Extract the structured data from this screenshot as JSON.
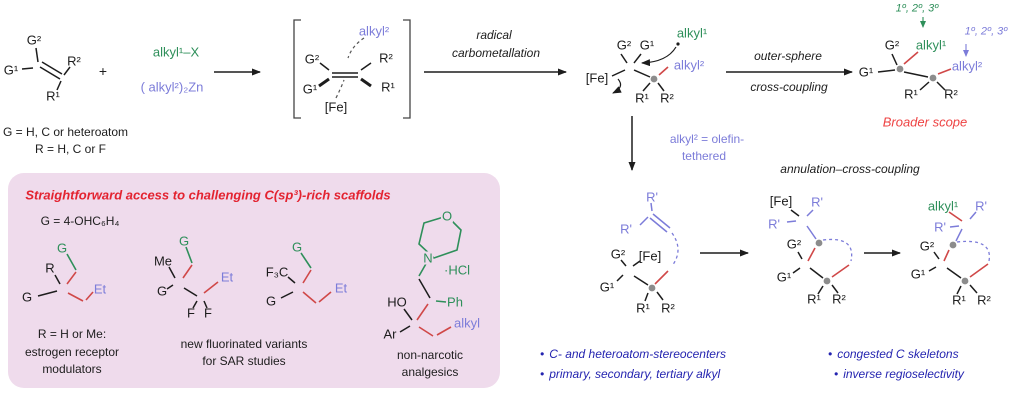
{
  "colors": {
    "green": "#2e8f5a",
    "purple": "#7c7cd9",
    "dark_blue": "#2424b0",
    "red_title": "#e32330",
    "red_caption": "#ee4343",
    "red_bond": "#d04848",
    "pink_background": "#efdbec",
    "gray_stereocenter": "#8c8c8c",
    "ink": "#1d1d1d"
  },
  "reactant": {
    "g2": "G²",
    "g1": "G¹",
    "r2": "R²",
    "r1": "R¹",
    "plus": "+",
    "alkyl_halide": "alkyl¹–X",
    "zinc_reagent": "( alkyl²)₂Zn",
    "legend_g": "G = H, C or heteroatom",
    "legend_r": "R = H, C or F"
  },
  "bracket_int": {
    "alkyl2": "alkyl²",
    "g2": "G²",
    "r2": "R²",
    "g1": "G¹",
    "r1": "R¹",
    "fe": "[Fe]"
  },
  "labels": {
    "radical1": "radical",
    "radical2": "carbometallation",
    "outer1": "outer-sphere",
    "outer2": "cross-coupling",
    "olefin1": "alkyl² = olefin-",
    "olefin2": "tethered",
    "annulation": "annulation–cross-coupling"
  },
  "radical_int": {
    "fe": "[Fe]",
    "g2": "G²",
    "g1": "G¹",
    "alkyl1": "alkyl¹",
    "alkyl2": "alkyl²",
    "r1": "R¹",
    "r2": "R²"
  },
  "product": {
    "deg_green": "1º, 2º, 3º",
    "deg_purple": "1º, 2º, 3º",
    "g2": "G²",
    "alkyl1": "alkyl¹",
    "g1": "G¹",
    "alkyl2": "alkyl²",
    "r1": "R¹",
    "r2": "R²",
    "caption": "Broader scope"
  },
  "ann1": {
    "rp1": "R'",
    "rp2": "R'",
    "g2": "G²",
    "fe": "[Fe]",
    "g1": "G¹",
    "r1": "R¹",
    "r2": "R²"
  },
  "ann2": {
    "fe": "[Fe]",
    "rp1": "R'",
    "rp2": "R'",
    "g2": "G²",
    "g1": "G¹",
    "r1": "R¹",
    "r2": "R²"
  },
  "ann3": {
    "alkyl1": "alkyl¹",
    "rp1": "R'",
    "rp2": "R'",
    "g2": "G²",
    "g1": "G¹",
    "r1": "R¹",
    "r2": "R²"
  },
  "bullets": {
    "char": "•",
    "b1": "C- and heteroatom-stereocenters",
    "b2": "primary, secondary, tertiary alkyl",
    "b3": "congested C skeletons",
    "b4": "inverse regioselectivity"
  },
  "box": {
    "title": "Straightforward access to challenging C(sp³)-rich scaffolds",
    "g_def": "G = 4-OHC₆H₄",
    "s1_g": "G",
    "s1_r": "R",
    "s1_gb": "G",
    "s1_et": "Et",
    "s1_cap1": "R = H or Me:",
    "s1_cap2": "estrogen receptor",
    "s1_cap3": "modulators",
    "s2_g": "G",
    "s2_me": "Me",
    "s2_gb": "G",
    "s2_et": "Et",
    "s2_f1": "F",
    "s2_f2": "F",
    "s2_cap1": "new fluorinated variants",
    "s2_cap2": "for SAR studies",
    "s3_g": "G",
    "s3_f3c": "F₃C",
    "s3_gb": "G",
    "s3_et": "Et",
    "s4_o": "O",
    "s4_n": "N",
    "s4_hcl": "·HCl",
    "s4_ho": "HO",
    "s4_ph": "Ph",
    "s4_ar": "Ar",
    "s4_alkyl": "alkyl",
    "s4_cap1": "non-narcotic",
    "s4_cap2": "analgesics"
  }
}
